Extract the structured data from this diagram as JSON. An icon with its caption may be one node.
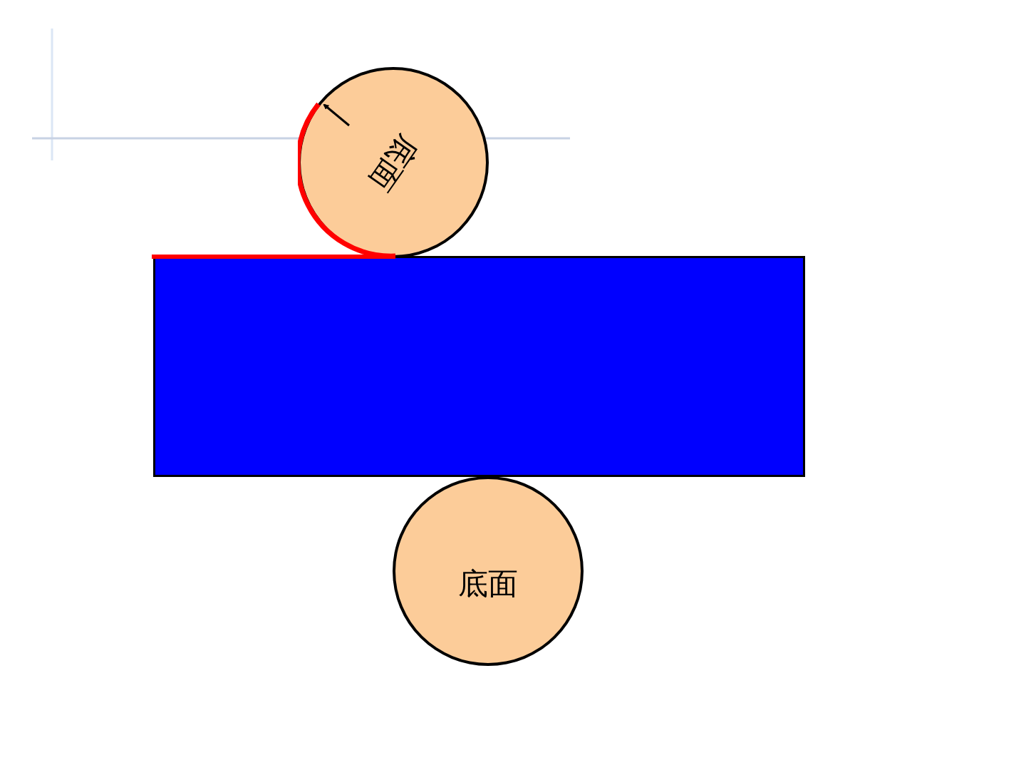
{
  "diagram": {
    "nodes": [
      {
        "text": [
          "底面"
        ]
      },
      {
        "text": [],
        "shape": "box"
      },
      {
        "text": [
          "底面"
        ]
      }
    ]
  }
}
